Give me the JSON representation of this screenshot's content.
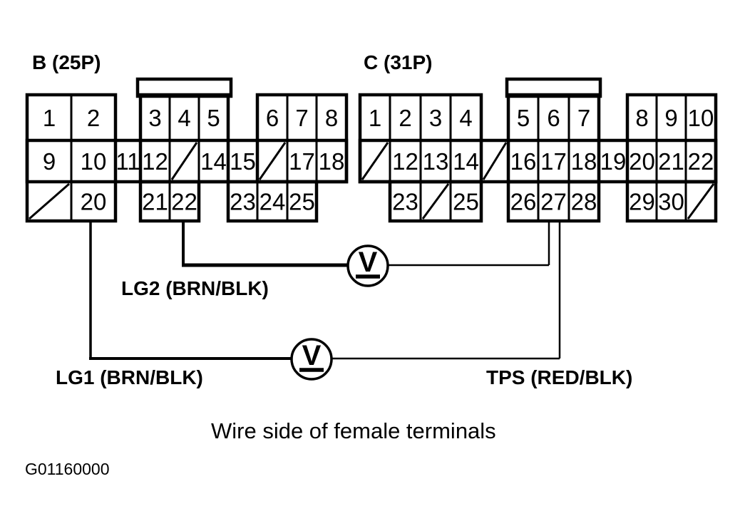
{
  "connector_b": {
    "title": "B (25P)",
    "pin_count": "25P",
    "cells": [
      {
        "label": "1"
      },
      {
        "label": "2"
      },
      {
        "label": "3"
      },
      {
        "label": "4"
      },
      {
        "label": "5"
      },
      {
        "label": "6"
      },
      {
        "label": "7"
      },
      {
        "label": "8"
      },
      {
        "label": "9"
      },
      {
        "label": "10"
      },
      {
        "label": "11"
      },
      {
        "label": "12"
      },
      {
        "nc": true
      },
      {
        "label": "14"
      },
      {
        "label": "15"
      },
      {
        "nc": true
      },
      {
        "label": "17"
      },
      {
        "label": "18"
      },
      {
        "nc": true
      },
      {
        "label": "20"
      },
      {
        "label": "21"
      },
      {
        "label": "22"
      },
      {
        "label": "23"
      },
      {
        "label": "24"
      },
      {
        "label": "25"
      }
    ]
  },
  "connector_c": {
    "title": "C (31P)",
    "pin_count": "31P",
    "cells": [
      {
        "label": "1"
      },
      {
        "label": "2"
      },
      {
        "label": "3"
      },
      {
        "label": "4"
      },
      {
        "label": "5"
      },
      {
        "label": "6"
      },
      {
        "label": "7"
      },
      {
        "label": "8"
      },
      {
        "label": "9"
      },
      {
        "label": "10"
      },
      {
        "nc": true
      },
      {
        "label": "12"
      },
      {
        "label": "13"
      },
      {
        "label": "14"
      },
      {
        "nc": true
      },
      {
        "label": "16"
      },
      {
        "label": "17"
      },
      {
        "label": "18"
      },
      {
        "label": "19"
      },
      {
        "label": "20"
      },
      {
        "label": "21"
      },
      {
        "label": "22"
      },
      {
        "label": "23"
      },
      {
        "nc": true
      },
      {
        "label": "25"
      },
      {
        "label": "26"
      },
      {
        "label": "27"
      },
      {
        "label": "28"
      },
      {
        "label": "29"
      },
      {
        "label": "30"
      },
      {
        "nc": true
      }
    ]
  },
  "meter": {
    "symbol": "V"
  },
  "wires": {
    "lg2": {
      "label": "LG2 (BRN/BLK)",
      "from": "B pin 22",
      "to": "C pin 27"
    },
    "lg1_tps": {
      "left_label": "LG1 (BRN/BLK)",
      "right_label": "TPS (RED/BLK)",
      "from": "B pin 20",
      "to": "C pin 27"
    }
  },
  "caption": "Wire side of female terminals",
  "figure_id": "G01160000"
}
